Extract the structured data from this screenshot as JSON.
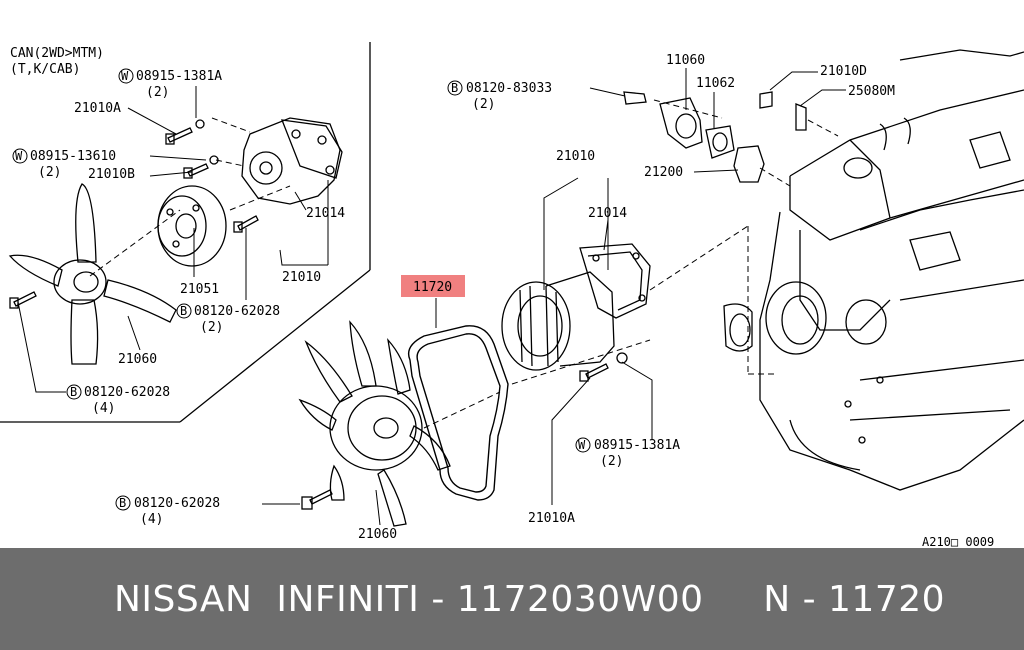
{
  "inset": {
    "header_line1": "CAN(2WD>MTM)",
    "header_line2": "(T,K/CAB)"
  },
  "labels": {
    "w_08915_1381A_top": "08915-1381A",
    "qty_2_a": "(2)",
    "p21010A_top": "21010A",
    "w_08915_13610": "08915-13610",
    "qty_2_b": "(2)",
    "p21010B": "21010B",
    "p21014_inset": "21014",
    "p21010_inset": "21010",
    "p21051": "21051",
    "b_08120_62028_inset1": "08120-62028",
    "qty_2_c": "(2)",
    "p21060_inset": "21060",
    "b_08120_62028_inset2": "08120-62028",
    "qty_4_a": "(4)",
    "b_08120_83033": "08120-83033",
    "qty_2_d": "(2)",
    "p11060": "11060",
    "p11062": "11062",
    "p21010D": "21010D",
    "p25080M": "25080M",
    "p21200": "21200",
    "p21010_main": "21010",
    "p21014_main": "21014",
    "highlight_11720": "11720",
    "w_08915_1381A_main": "08915-1381A",
    "qty_2_e": "(2)",
    "p21010A_main": "21010A",
    "b_08120_62028_main": "08120-62028",
    "qty_4_b": "(4)",
    "p21060_main": "21060",
    "ref_code": "A210□ 0009"
  },
  "marker_b": "B",
  "marker_w": "W",
  "footer_text": "NISSAN  INFINITI - 1172030W00     N - 11720",
  "colors": {
    "highlight_fill": "#f08080",
    "footer_bg": "#6d6d6d",
    "footer_text": "#ffffff"
  }
}
